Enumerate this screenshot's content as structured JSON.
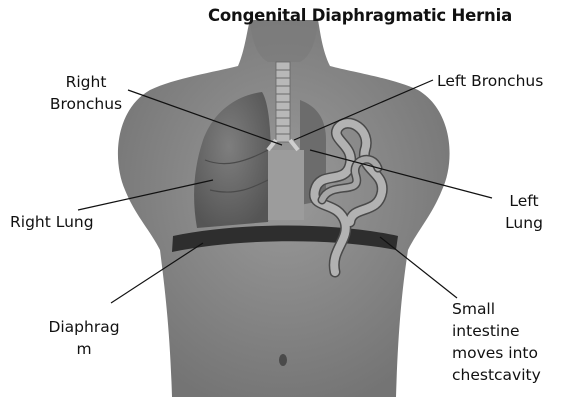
{
  "title": "Congenital Diaphragmatic Hernia",
  "labels": {
    "right_bronchus": "Right\nBronchus",
    "left_bronchus": "Left Bronchus",
    "right_lung": "Right Lung",
    "left_lung": "Left\nLung",
    "diaphragm": "Diaphrag\nm",
    "small_intestine": "Small\nintestine\nmoves into\nchestcavity"
  },
  "colors": {
    "background": "#ffffff",
    "body": "#8a8a8a",
    "lung": "#6a6a6a",
    "diaphragm_band": "#2e2e2e",
    "intestine": "#a0a0a0",
    "text": "#111111"
  }
}
